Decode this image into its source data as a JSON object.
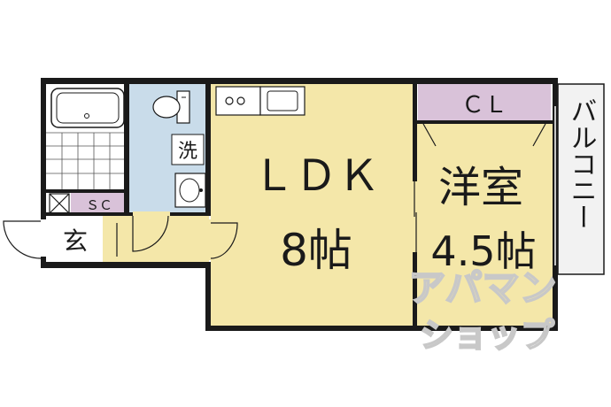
{
  "rooms": {
    "ldk": {
      "name": "ＬＤＫ",
      "size": "8帖"
    },
    "western_room": {
      "name": "洋室",
      "size": "4.5帖"
    },
    "closet": {
      "label": "ＣＬ"
    },
    "balcony": {
      "label": "バルコニー"
    },
    "storage": {
      "label": "ＳＣ"
    },
    "entrance": {
      "label": "玄"
    },
    "washroom": {
      "label": "洗"
    }
  },
  "watermark": {
    "line1": "アパマン",
    "line2": "ショップ"
  },
  "colors": {
    "ldk_floor": "#f4e7a9",
    "western_floor": "#f4e7a9",
    "closet_fill": "#d9c2d9",
    "storage_fill": "#d9c2d9",
    "wet_area": "#c9dcea",
    "entrance_floor": "#f4e7a9",
    "wall": "#1a1a1a",
    "balcony": "#f2f2f2",
    "watermark": "#c8c8c8"
  }
}
